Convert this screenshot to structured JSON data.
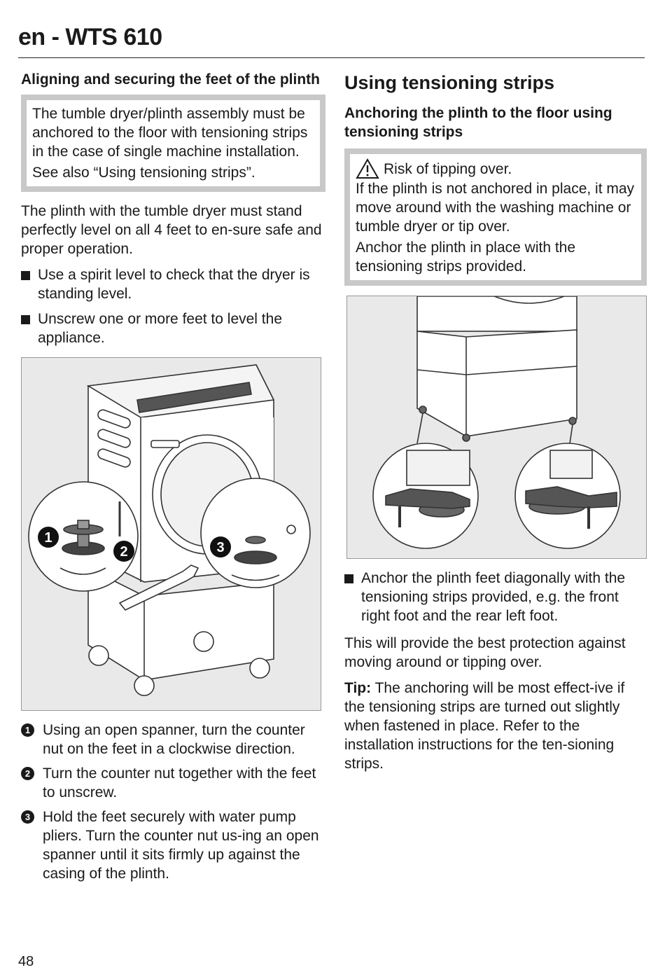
{
  "header": {
    "title": "en - WTS 610"
  },
  "left": {
    "heading": "Aligning and securing the feet of the plinth",
    "note_lines": [
      "The tumble dryer/plinth assembly must be anchored to the floor with tensioning strips in the case of single machine installation.",
      "See also “Using tensioning strips”."
    ],
    "intro": "The plinth with the tumble dryer must stand perfectly level on all 4 feet to en-sure safe and proper operation.",
    "bullets": [
      "Use a spirit level to check that the dryer is standing level.",
      "Unscrew one or more feet to level the appliance."
    ],
    "figure_callouts": [
      "1",
      "2",
      "3"
    ],
    "steps": [
      {
        "num": "1",
        "text": "Using an open spanner, turn the counter nut on the feet in a clockwise direction."
      },
      {
        "num": "2",
        "text": "Turn the counter nut together with the feet to unscrew."
      },
      {
        "num": "3",
        "text": "Hold the feet securely with water pump pliers. Turn the counter nut us-ing an open spanner until it sits firmly up against the casing of the plinth."
      }
    ]
  },
  "right": {
    "title": "Using tensioning strips",
    "subheading": "Anchoring the plinth to the floor using tensioning strips",
    "warning": {
      "icon": "warning-triangle-icon",
      "title": "Risk of tipping over.",
      "line1": "If the plinth is not anchored in place, it may move around with the washing machine or tumble dryer or tip over.",
      "line2": "Anchor the plinth in place with the tensioning strips provided."
    },
    "bullet": "Anchor the plinth feet diagonally with the tensioning strips provided, e.g. the front right foot and the rear left foot.",
    "para": "This will provide the best protection against moving around or tipping over.",
    "tip_label": "Tip:",
    "tip_text": " The anchoring will be most effect-ive if the tensioning strips are turned out slightly when fastened in place. Refer to the installation instructions for the ten-sioning strips."
  },
  "footer": {
    "page_number": "48"
  }
}
